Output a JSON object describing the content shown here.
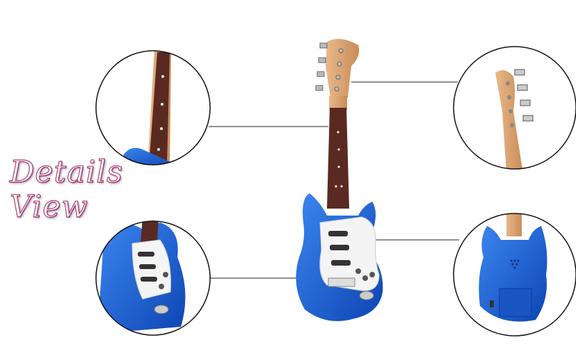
{
  "heading": {
    "line1": "Details",
    "line2": "View"
  },
  "colors": {
    "body": "#1f63d6",
    "wood": "#dba06f",
    "fretboard": "#5a2a22",
    "pickguard": "#f4f4f4",
    "callout_line": "#222222"
  },
  "callouts": [
    "fretboard-detail",
    "headstock-detail",
    "pickup-detail",
    "back-speaker-detail"
  ]
}
